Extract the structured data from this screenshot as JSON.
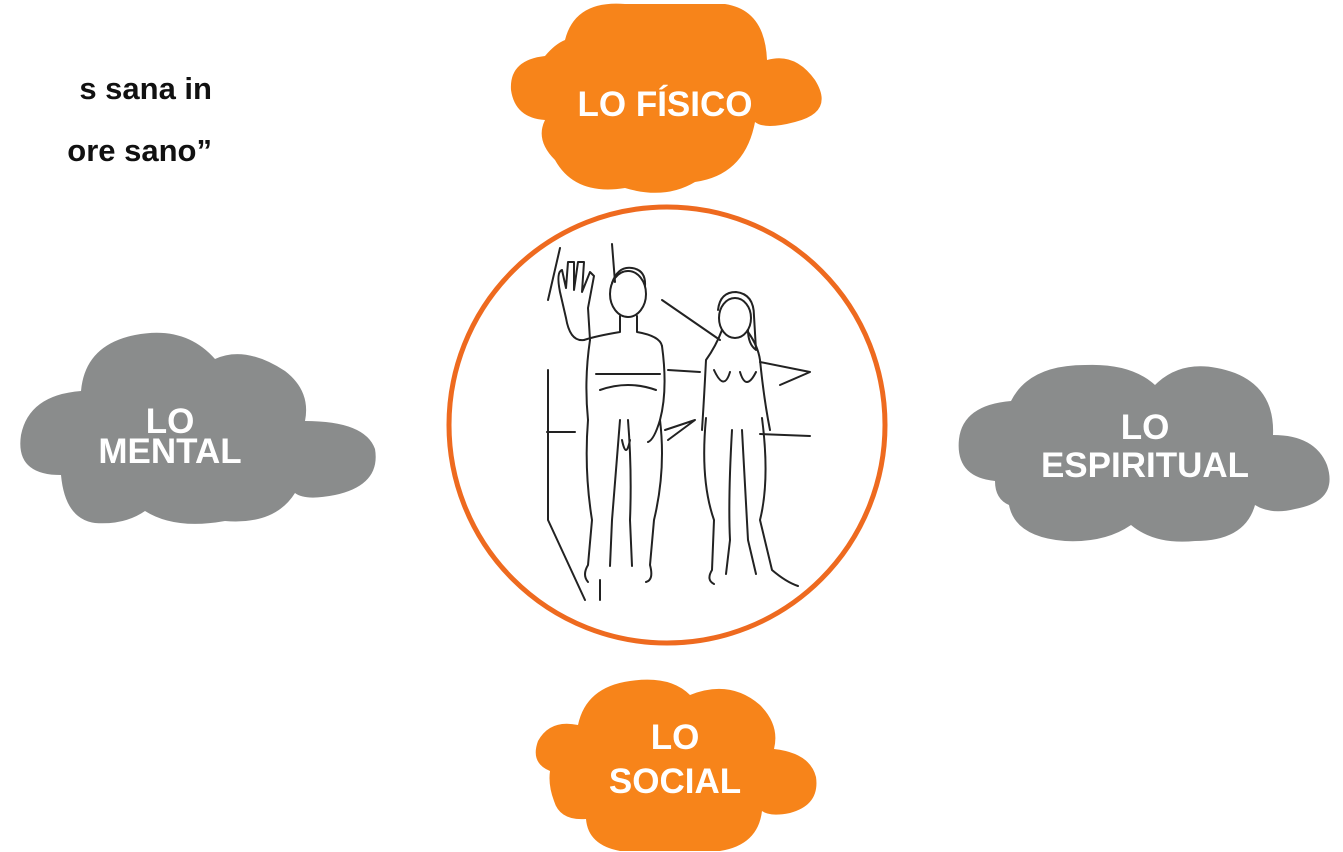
{
  "quote": {
    "line1": "s sana in",
    "line2": "ore sano”"
  },
  "clouds": {
    "top": {
      "label": "LO FÍSICO",
      "color": "#F7841A"
    },
    "left": {
      "line1": "LO",
      "line2": "MENTAL",
      "color": "#8A8C8C"
    },
    "right": {
      "line1": "LO",
      "line2": "ESPIRITUAL",
      "color": "#8A8C8C"
    },
    "bottom": {
      "line1": "LO",
      "line2": "SOCIAL",
      "color": "#F7841A"
    }
  },
  "center": {
    "ring_color": "#EE6A1F",
    "illustration": "human-figures-illustration"
  }
}
